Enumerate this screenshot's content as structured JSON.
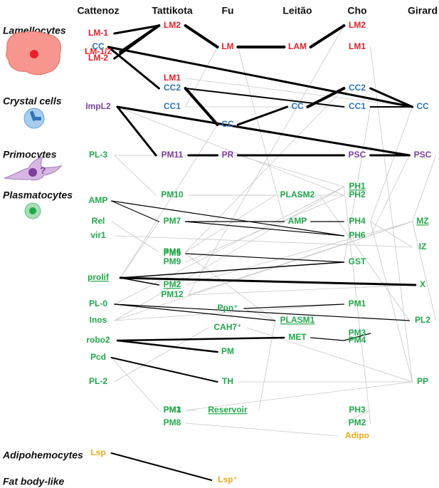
{
  "colors": {
    "lamellocytes": "#e8202a",
    "crystal": "#2f74b8",
    "primocytes": "#7b3f9c",
    "plasmatocytes": "#20a84a",
    "adipo": "#f0a818",
    "line_bold": "#000000",
    "line_grey": "#c8c8c8"
  },
  "headers": [
    "Cattenoz",
    "Tattikota",
    "Fu",
    "Leitão",
    "Cho",
    "Girard"
  ],
  "categories": [
    {
      "label": "Lamellocytes",
      "icon": "lamellocyte-icon"
    },
    {
      "label": "Crystal cells",
      "icon": "crystal-cell-icon"
    },
    {
      "label": "Primocytes",
      "icon": "primocyte-icon"
    },
    {
      "label": "Plasmatocytes",
      "icon": "plasmatocyte-icon"
    },
    {
      "label": "Adipohemocytes",
      "icon": ""
    },
    {
      "label": "Fat body-like",
      "icon": ""
    }
  ],
  "icon_glyphs": {
    "primocyte": "?"
  },
  "labels": [
    {
      "t": "LM-1",
      "g": "lamellocytes",
      "c": 0
    },
    {
      "t": "LM-1/2",
      "g": "lamellocytes",
      "c": 0
    },
    {
      "t": "LM-2",
      "g": "lamellocytes",
      "c": 0
    },
    {
      "t": "LM1",
      "g": "lamellocytes",
      "c": 1
    },
    {
      "t": "LM2",
      "g": "lamellocytes",
      "c": 1
    },
    {
      "t": "LM",
      "g": "lamellocytes",
      "c": 2
    },
    {
      "t": "LAM",
      "g": "lamellocytes",
      "c": 3
    },
    {
      "t": "LM1",
      "g": "lamellocytes",
      "c": 4
    },
    {
      "t": "LM2",
      "g": "lamellocytes",
      "c": 4
    },
    {
      "t": "CC",
      "g": "crystal",
      "c": 0
    },
    {
      "t": "CC1",
      "g": "crystal",
      "c": 1
    },
    {
      "t": "CC2",
      "g": "crystal",
      "c": 1
    },
    {
      "t": "CC",
      "g": "crystal",
      "c": 2
    },
    {
      "t": "CC",
      "g": "crystal",
      "c": 3
    },
    {
      "t": "CC1",
      "g": "crystal",
      "c": 4
    },
    {
      "t": "CC2",
      "g": "crystal",
      "c": 4
    },
    {
      "t": "CC",
      "g": "crystal",
      "c": 5
    },
    {
      "t": "ImpL2",
      "g": "primocytes",
      "c": 0
    },
    {
      "t": "PM11",
      "g": "primocytes",
      "c": 1
    },
    {
      "t": "PR",
      "g": "primocytes",
      "c": 2
    },
    {
      "t": "PSC",
      "g": "primocytes",
      "c": 4
    },
    {
      "t": "PSC",
      "g": "primocytes",
      "c": 5
    },
    {
      "t": "PL-3",
      "g": "plasmatocytes",
      "c": 0
    },
    {
      "t": "PM10",
      "g": "plasmatocytes",
      "c": 1
    },
    {
      "t": "PLASM2",
      "g": "plasmatocytes",
      "c": 3
    },
    {
      "t": "PH2",
      "g": "plasmatocytes",
      "c": 4
    },
    {
      "t": "PH1",
      "g": "plasmatocytes",
      "c": 4,
      "u": true
    },
    {
      "t": "AMP",
      "g": "plasmatocytes",
      "c": 0
    },
    {
      "t": "PM7",
      "g": "plasmatocytes",
      "c": 1
    },
    {
      "t": "AMP",
      "g": "plasmatocytes",
      "c": 3
    },
    {
      "t": "PH4",
      "g": "plasmatocytes",
      "c": 4
    },
    {
      "t": "MZ",
      "g": "plasmatocytes",
      "c": 5,
      "u": true
    },
    {
      "t": "Rel",
      "g": "plasmatocytes",
      "c": 0
    },
    {
      "t": "PH6",
      "g": "plasmatocytes",
      "c": 4
    },
    {
      "t": "vir1",
      "g": "plasmatocytes",
      "c": 0
    },
    {
      "t": "PM6",
      "g": "plasmatocytes",
      "c": 1
    },
    {
      "t": "IZ",
      "g": "plasmatocytes",
      "c": 5
    },
    {
      "t": "PM5",
      "g": "plasmatocytes",
      "c": 1
    },
    {
      "t": "GST",
      "g": "plasmatocytes",
      "c": 4
    },
    {
      "t": "PM9",
      "g": "plasmatocytes",
      "c": 1
    },
    {
      "t": "prolif",
      "g": "plasmatocytes",
      "c": 0,
      "u": true
    },
    {
      "t": "X",
      "g": "plasmatocytes",
      "c": 5
    },
    {
      "t": "PM2",
      "g": "plasmatocytes",
      "c": 1,
      "u": true
    },
    {
      "t": "PM12",
      "g": "plasmatocytes",
      "c": 1
    },
    {
      "t": "Ppn⁺",
      "g": "plasmatocytes",
      "c": 2
    },
    {
      "t": "PM1",
      "g": "plasmatocytes",
      "c": 4
    },
    {
      "t": "PL-0",
      "g": "plasmatocytes",
      "c": 0
    },
    {
      "t": "PLASM1",
      "g": "plasmatocytes",
      "c": 3,
      "u": true
    },
    {
      "t": "PL2",
      "g": "plasmatocytes",
      "c": 5
    },
    {
      "t": "Inos",
      "g": "plasmatocytes",
      "c": 0
    },
    {
      "t": "PM3",
      "g": "plasmatocytes",
      "c": 4
    },
    {
      "t": "CAH7⁺",
      "g": "plasmatocytes",
      "c": 2
    },
    {
      "t": "MET",
      "g": "plasmatocytes",
      "c": 3
    },
    {
      "t": "PM4",
      "g": "plasmatocytes",
      "c": 4
    },
    {
      "t": "robo2",
      "g": "plasmatocytes",
      "c": 0
    },
    {
      "t": "PM",
      "g": "plasmatocytes",
      "c": 2
    },
    {
      "t": "Pcd",
      "g": "plasmatocytes",
      "c": 0
    },
    {
      "t": "TH",
      "g": "plasmatocytes",
      "c": 2
    },
    {
      "t": "PP",
      "g": "plasmatocytes",
      "c": 5
    },
    {
      "t": "PL-2",
      "g": "plasmatocytes",
      "c": 0
    },
    {
      "t": "PM1",
      "g": "plasmatocytes",
      "c": 1
    },
    {
      "t": "Reservoir",
      "g": "plasmatocytes",
      "c": 2,
      "u": true
    },
    {
      "t": "PH3",
      "g": "plasmatocytes",
      "c": 4
    },
    {
      "t": "PM3",
      "g": "plasmatocytes",
      "c": 1
    },
    {
      "t": "PM2",
      "g": "plasmatocytes",
      "c": 4
    },
    {
      "t": "PM8",
      "g": "plasmatocytes",
      "c": 1
    },
    {
      "t": "Adipo",
      "g": "adipo",
      "c": 4
    },
    {
      "t": "Lsp",
      "g": "adipo",
      "c": 0
    },
    {
      "t": "Lsp⁺",
      "g": "adipo",
      "c": 2
    }
  ],
  "links_bold": [
    [
      0,
      4,
      3
    ],
    [
      1,
      4,
      4
    ],
    [
      2,
      4,
      3
    ],
    [
      4,
      5,
      4
    ],
    [
      5,
      6,
      4
    ],
    [
      6,
      8,
      4
    ],
    [
      9,
      11,
      3
    ],
    [
      11,
      12,
      4
    ],
    [
      12,
      13,
      3
    ],
    [
      13,
      15,
      4
    ],
    [
      15,
      16,
      3
    ],
    [
      9,
      16,
      3
    ],
    [
      14,
      16,
      2
    ],
    [
      11,
      14,
      2
    ],
    [
      17,
      18,
      3
    ],
    [
      18,
      19,
      3
    ],
    [
      19,
      20,
      3
    ],
    [
      20,
      21,
      3
    ],
    [
      17,
      21,
      3
    ],
    [
      40,
      41,
      3
    ],
    [
      40,
      38,
      1.5
    ],
    [
      40,
      42,
      1.5
    ],
    [
      54,
      55,
      2.5
    ],
    [
      54,
      52,
      2.5
    ],
    [
      56,
      57,
      2
    ],
    [
      67,
      68,
      2
    ]
  ],
  "links_thin": [
    [
      27,
      28
    ],
    [
      28,
      29
    ],
    [
      29,
      30
    ],
    [
      27,
      33
    ],
    [
      28,
      33
    ],
    [
      37,
      38
    ],
    [
      46,
      48
    ],
    [
      44,
      45
    ],
    [
      52,
      53
    ],
    [
      47,
      46
    ],
    [
      50,
      53
    ]
  ],
  "links_grey": [
    [
      3,
      16
    ],
    [
      10,
      5
    ],
    [
      22,
      20
    ],
    [
      22,
      23
    ],
    [
      23,
      24
    ],
    [
      23,
      25
    ],
    [
      32,
      35
    ],
    [
      34,
      36
    ],
    [
      35,
      24
    ],
    [
      36,
      30
    ],
    [
      37,
      47
    ],
    [
      39,
      25
    ],
    [
      41,
      43
    ],
    [
      44,
      47
    ],
    [
      45,
      49
    ],
    [
      46,
      26
    ],
    [
      48,
      31
    ],
    [
      49,
      31
    ],
    [
      51,
      58
    ],
    [
      58,
      60
    ],
    [
      60,
      61
    ],
    [
      62,
      64
    ],
    [
      65,
      66
    ],
    [
      10,
      14
    ],
    [
      17,
      25
    ],
    [
      21,
      31
    ],
    [
      21,
      33
    ],
    [
      16,
      30
    ],
    [
      14,
      38
    ],
    [
      5,
      29
    ],
    [
      12,
      40
    ],
    [
      19,
      26
    ],
    [
      24,
      48
    ],
    [
      31,
      43
    ],
    [
      42,
      31
    ],
    [
      7,
      58
    ],
    [
      8,
      43
    ],
    [
      15,
      35
    ],
    [
      61,
      47
    ],
    [
      63,
      56
    ],
    [
      64,
      26
    ],
    [
      26,
      49
    ],
    [
      57,
      58
    ],
    [
      28,
      40
    ],
    [
      30,
      58
    ],
    [
      59,
      51
    ]
  ]
}
